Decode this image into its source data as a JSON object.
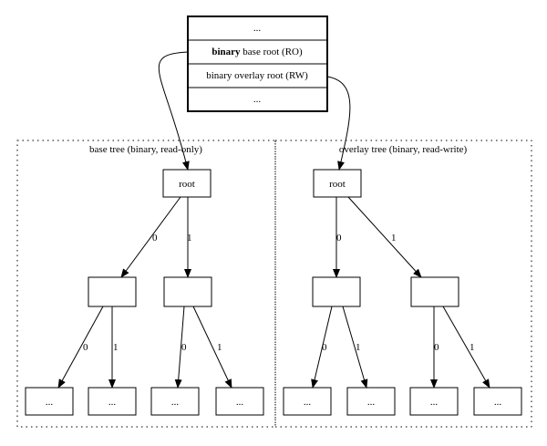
{
  "record": {
    "rows": [
      {
        "bold": "",
        "text": "..."
      },
      {
        "bold": "binary",
        "text": " base root (RO)"
      },
      {
        "bold": "",
        "text": "binary overlay root (RW)"
      },
      {
        "bold": "",
        "text": "..."
      }
    ]
  },
  "clusters": {
    "base": {
      "label": "base tree (binary, read-only)"
    },
    "overlay": {
      "label": "overlay tree (binary, read-write)"
    }
  },
  "nodes": {
    "root_label": "root",
    "empty_label": "",
    "leaf_label": "..."
  },
  "edges": {
    "base_root_left": "0",
    "base_root_right": "1",
    "base_left_left": "0",
    "base_left_right": "1",
    "base_right_left": "0",
    "base_right_right": "1",
    "overlay_root_left": "0",
    "overlay_root_right": "1",
    "overlay_left_left": "0",
    "overlay_left_right": "1",
    "overlay_right_left": "0",
    "overlay_right_right": "1"
  }
}
